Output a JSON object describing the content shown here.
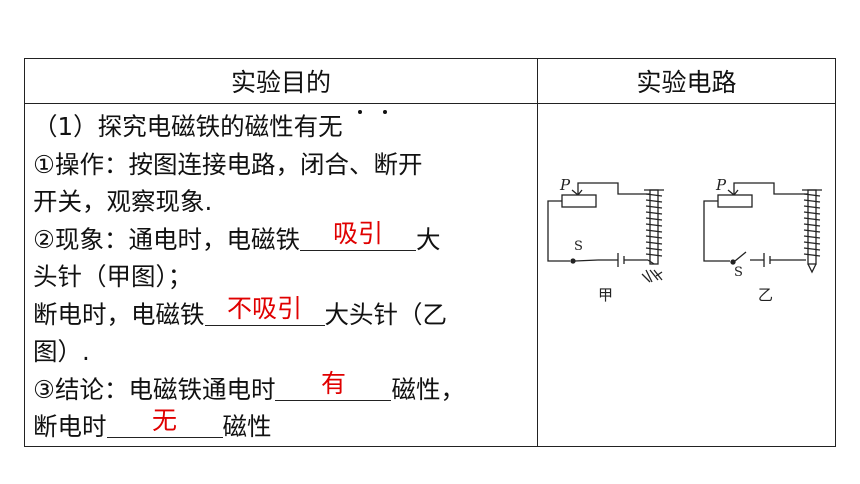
{
  "table": {
    "header_purpose": "实验目的",
    "header_circuit": "实验电路",
    "lines": {
      "l1": "（1）探究电磁铁的磁性有无",
      "l2": "①操作：按图连接电路，闭合、断开",
      "l3": "开关，观察现象.",
      "l4a": "②现象：通电时，电磁铁",
      "l4b": "大",
      "l5": "头针（甲图）；",
      "l6a": "断电时，电磁铁",
      "l6b": "大头针（乙",
      "l7": "图）.",
      "l8a": "③结论：电磁铁通电时",
      "l8b": "磁性，",
      "l9a": "断电时",
      "l9b": "磁性"
    },
    "answers": {
      "a1": "吸引",
      "a2": "不吸引",
      "a3": "有",
      "a4": "无"
    }
  },
  "diagram": {
    "left_caption": "甲",
    "right_caption": "乙",
    "rheostat_label": "P",
    "switch_label": "S"
  },
  "colors": {
    "answer": "#e00000",
    "border": "#222222"
  }
}
